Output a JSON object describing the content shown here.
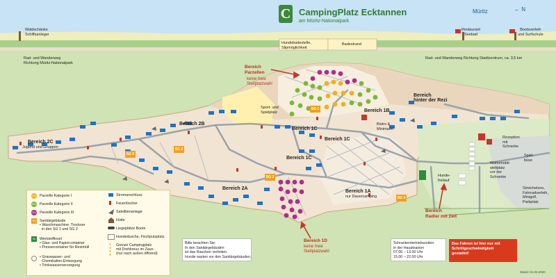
{
  "header": {
    "logo_letter": "C",
    "title": "CampingPlatz Ecktannen",
    "subtitle": "am Müritz-Nationalpark",
    "lake": "Müritz",
    "north": "N"
  },
  "places": {
    "ship": "Waldschänke\nSchiffsanleger",
    "restaurant": "Restaurant\nSeebad",
    "boats": "Bootsverleih\nund Surfschule",
    "dog_beach": "Hundebadestelle,\nSlipmöglichkeit",
    "beach": "Badestrand",
    "path_left": "Rad- und Wanderweg\nRichtung Müritz-Nationalpark",
    "path_right": "Rad- und Wanderweg Richtung Stadtzentrum, ca. 3,5 km",
    "play": "Sport- und\nSpielplatz",
    "bistro": "Bistro &\nMinimarkt",
    "reception": "Rezeption\nmit\nSchranke",
    "play2": "Spiel-\nbüse",
    "dog_meadow": "Hunde-\nfreilauf",
    "mobile": "Wohnmobil-\nstellplatz\nvor der\nSchranke",
    "parking": "Streichelzoo,\nFahrradverleih,\nMinigolf,\nParkplatz"
  },
  "zones": {
    "parzellen_title": "Bereich\nParzellen",
    "parzellen_sub": "keine freie\nStellplatzwahl",
    "z1b": "Bereich 1B",
    "rezi": "Bereich\nhinter der Rezi",
    "z2b": "Bereich 2B",
    "z2c": "Bereich 2C",
    "z2c_sub": "Jugend und Gruppen",
    "z1c_a": "Bereich 1C",
    "z1c_b": "Bereich 1C",
    "z1c_c": "Bereich 1C",
    "z2a": "Bereich 2A",
    "z1a": "Bereich 1A",
    "z1a_sub": "nur Dauercamping",
    "z1d_title": "Bereich 1D",
    "z1d_sub": "keine freie\nStellplatzwahl",
    "radler_title": "Bereich\nRadler mit Zelt"
  },
  "sanitary_labels": [
    "SG 1",
    "SG 2",
    "SG 3",
    "SG 4",
    "SG 5"
  ],
  "legend": {
    "items": [
      {
        "badge": "001",
        "label": "Parzelle Kategorie I"
      },
      {
        "badge": "S01",
        "label": "Parzelle Kategorie II"
      },
      {
        "badge": "201",
        "label": "Parzelle Kategorie III"
      },
      {
        "badge": "SG",
        "label": "Sanitärgebäude\n• Waschmaschine, Trockner\n  in den SG 1 und SG 2"
      },
      {
        "badge": "W",
        "label": "Wertstoffinsel\n• Glas- und Papiercontainer\n• Pressecontainer für Restmüll"
      },
      {
        "badge": "",
        "label": "• Grauwasser- und\n  Chemikalien-Entsorgung\n• Trinkwasserversorgung"
      }
    ],
    "items_right": [
      {
        "label": "Stromanschluss"
      },
      {
        "label": "Feuerlöscher"
      },
      {
        "label": "Satellitenanlage"
      },
      {
        "label": "Hütte"
      },
      {
        "label": "Liegeplätze Boote"
      },
      {
        "label": "Hundedusche, Fischputzplatz"
      },
      {
        "label": "Grenze Campingplatz\nmit Drehkreuz im Zaun\n(nur nach außen öffnend)"
      }
    ]
  },
  "info": {
    "sanitary_note": "Bitte beachten Sie:\nIn den Sanitärgebäuden\nist das Rauchen verboten.\nHunde warten vor den Sanitärgebäuden.",
    "barrier": "Schrankenbetriebszeiten\nin der Hauptsaison\n07.00 – 13.00 Uhr\n15.00 – 22.00 Uhr",
    "warning": "Das Fahren ist hier nur mit\nSchrittgeschwindigkeit\ngestattet!",
    "date": "Stand: 01.03.2020"
  },
  "colors": {
    "grass": "#cfe3b4",
    "lake": "#c7e3f5",
    "sand": "#ecd7bf",
    "camp": "#f2e4d2",
    "road": "#9aa3ab",
    "stall_blue": "#1d73c7",
    "accent_red": "#b8321e",
    "title_green": "#2f7d32"
  }
}
